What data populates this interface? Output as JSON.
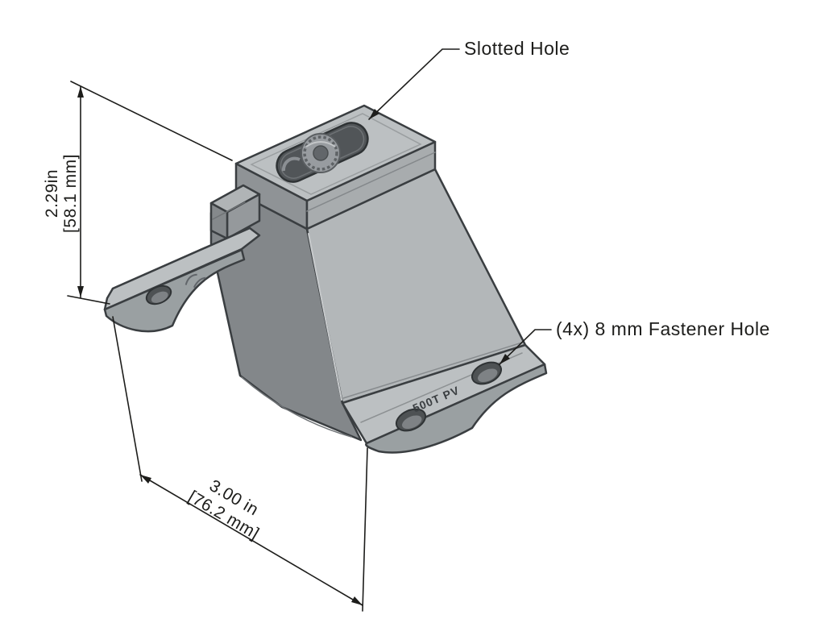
{
  "drawing": {
    "callouts": {
      "slotted_hole": "Slotted Hole",
      "fastener_hole": "(4x) 8 mm Fastener Hole"
    },
    "dimensions": {
      "height": {
        "inches": "2.29in",
        "millimeters": "[58.1 mm]"
      },
      "width": {
        "inches": "3.00 in",
        "millimeters": "[76.2 mm]"
      }
    },
    "stamp": "500T PV",
    "colors": {
      "background": "#ffffff",
      "outline": "#3a3e41",
      "metal_light": "#bcc0c2",
      "metal_mid": "#a6aaac",
      "metal_dark": "#85898c",
      "hole_interior": "#4e5254",
      "dimension_ink": "#1d1d1b"
    }
  }
}
